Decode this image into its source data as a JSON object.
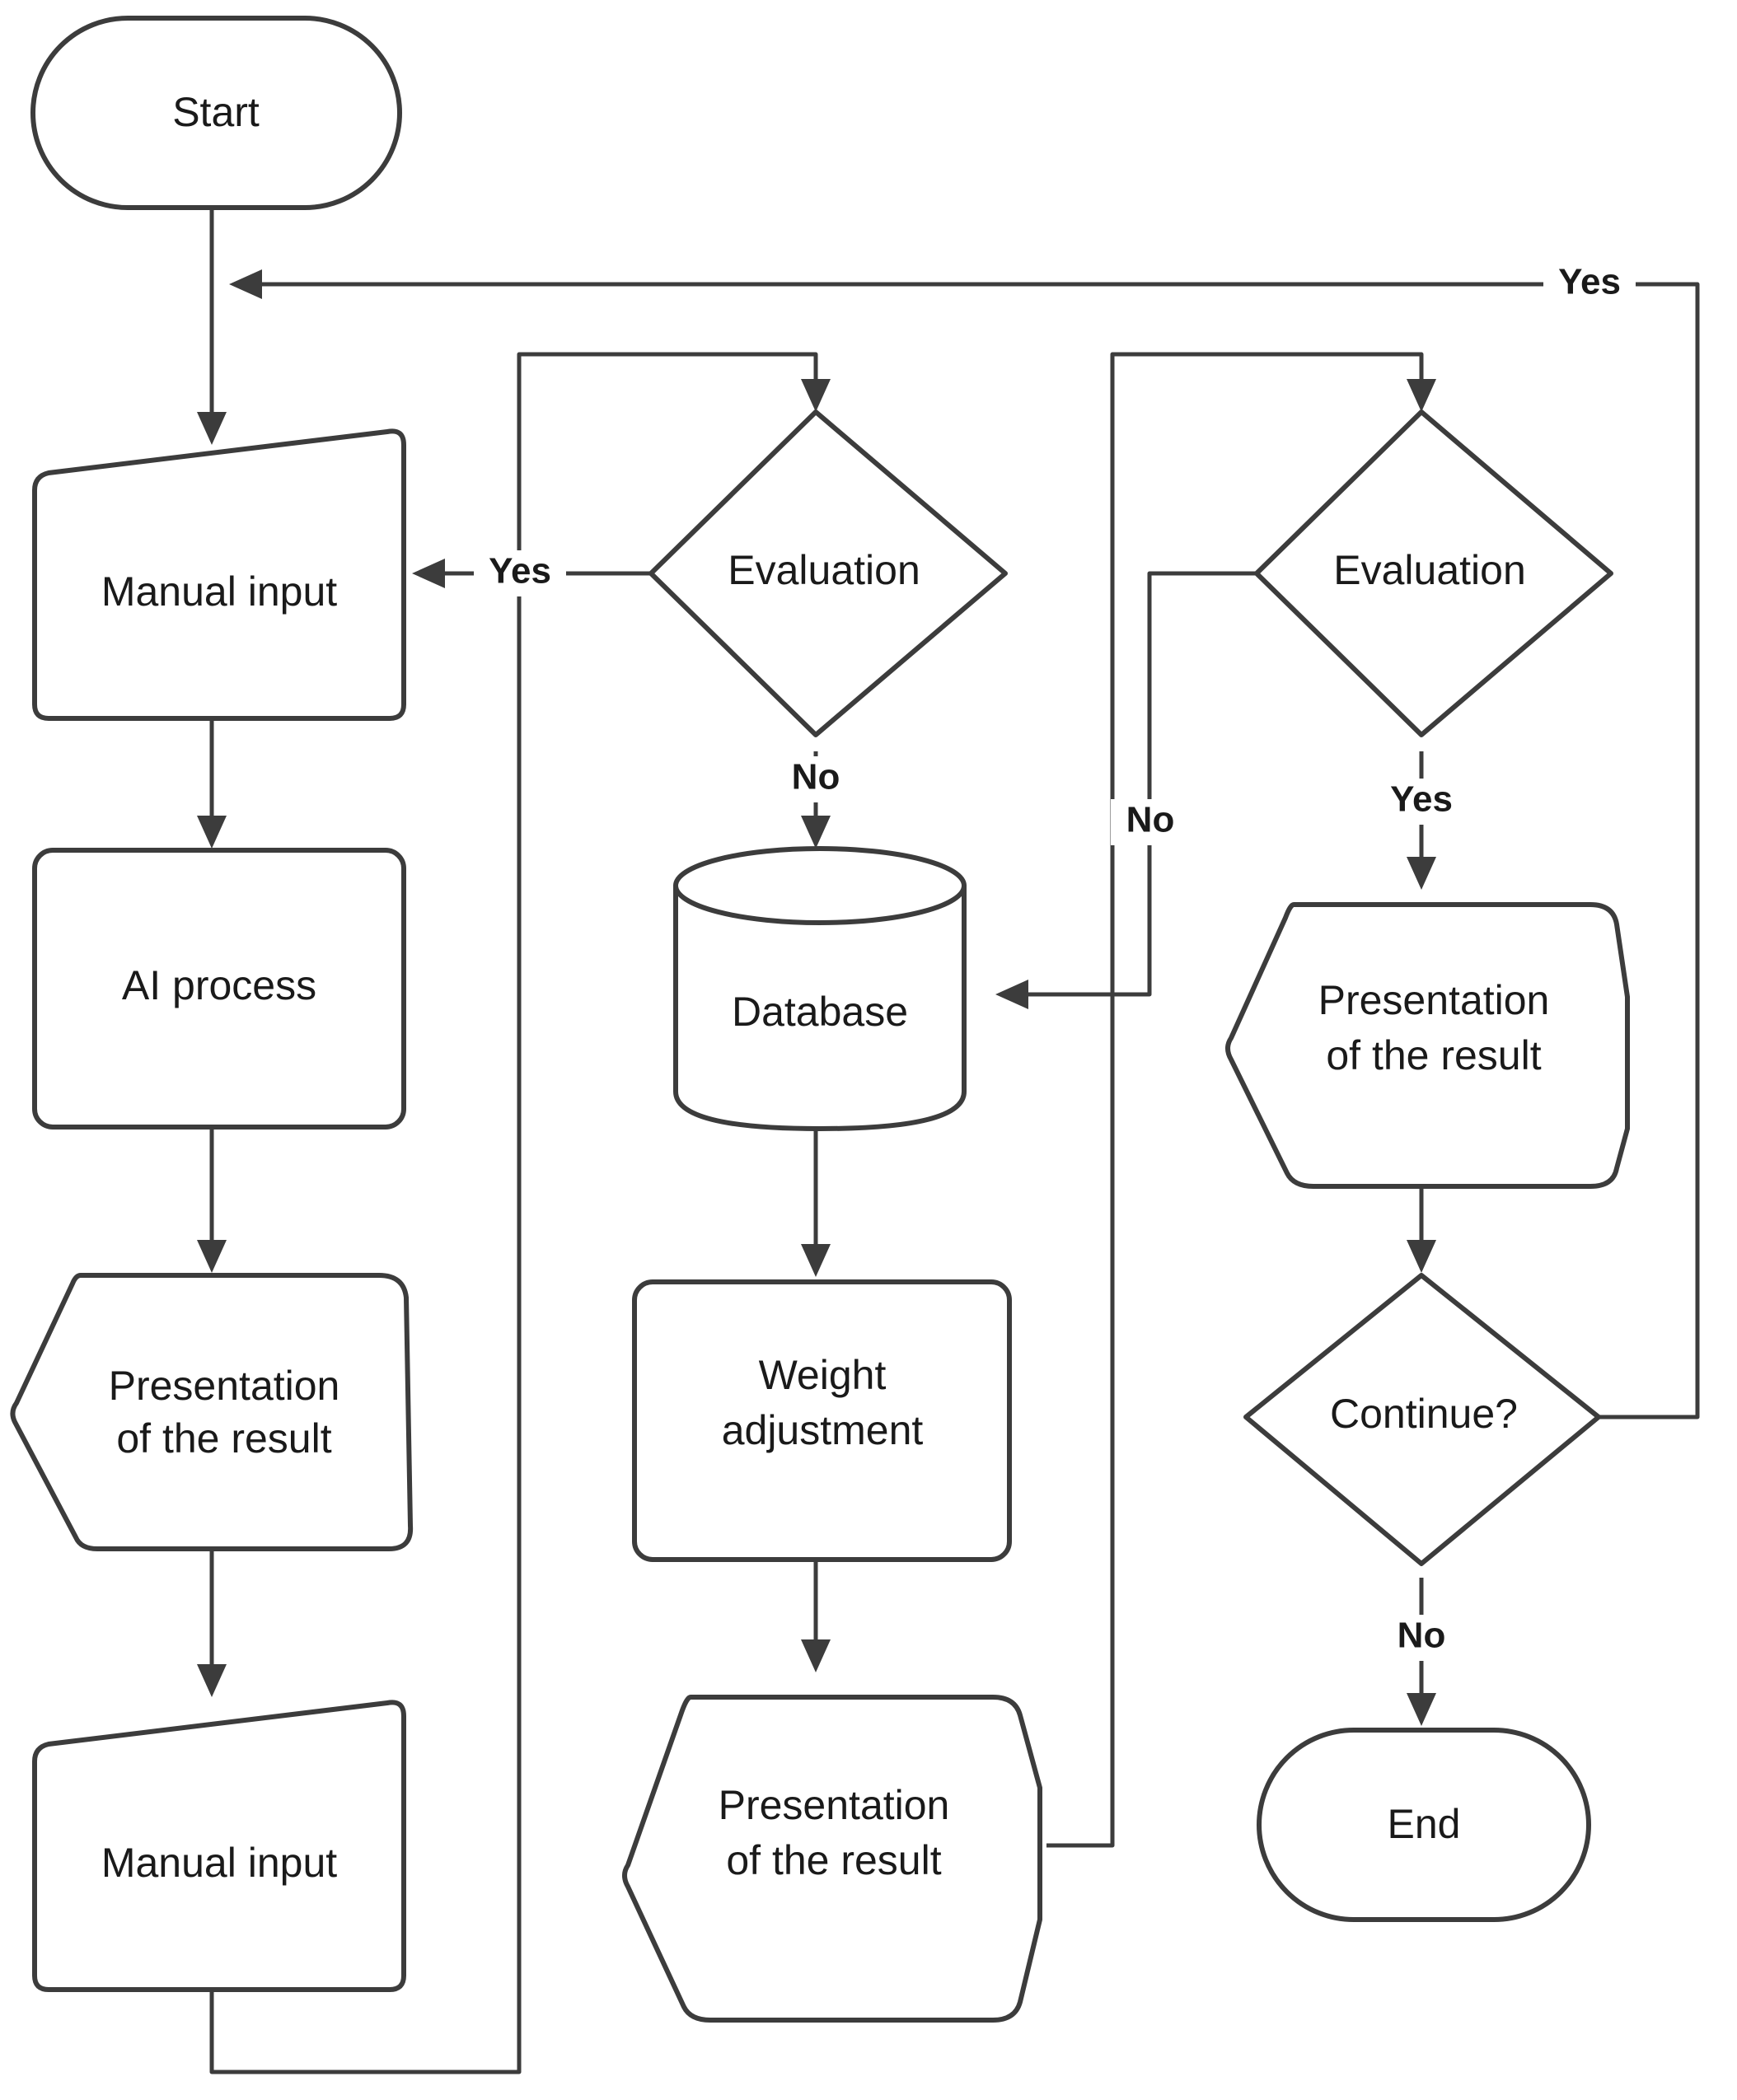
{
  "diagram": {
    "type": "flowchart",
    "background_color": "#ffffff",
    "stroke_color": "#3c3c3c",
    "text_color": "#1a1a1a",
    "nodes": [
      {
        "id": "start",
        "label": "Start",
        "shape": "terminator"
      },
      {
        "id": "manual1",
        "label": "Manual input",
        "shape": "manual-input"
      },
      {
        "id": "ai",
        "label": "AI process",
        "shape": "process"
      },
      {
        "id": "present1",
        "label": "Presentation\nof the result",
        "line1": "Presentation",
        "line2": "of the result",
        "shape": "display"
      },
      {
        "id": "manual2",
        "label": "Manual input",
        "shape": "manual-input"
      },
      {
        "id": "eval1",
        "label": "Evaluation",
        "shape": "decision"
      },
      {
        "id": "database",
        "label": "Database",
        "shape": "database"
      },
      {
        "id": "weight",
        "label": "Weight\nadjustment",
        "line1": "Weight",
        "line2": "adjustment",
        "shape": "process"
      },
      {
        "id": "present2",
        "label": "Presentation\nof the result",
        "line1": "Presentation",
        "line2": "of the result",
        "shape": "display"
      },
      {
        "id": "eval2",
        "label": "Evaluation",
        "shape": "decision"
      },
      {
        "id": "present3",
        "label": "Presentation\nof the result",
        "line1": "Presentation",
        "line2": "of the result",
        "shape": "display"
      },
      {
        "id": "continue",
        "label": "Continue?",
        "shape": "decision"
      },
      {
        "id": "end",
        "label": "End",
        "shape": "terminator"
      }
    ],
    "edges": [
      {
        "from": "start",
        "to": "manual1",
        "label": ""
      },
      {
        "from": "manual1",
        "to": "ai",
        "label": ""
      },
      {
        "from": "ai",
        "to": "present1",
        "label": ""
      },
      {
        "from": "present1",
        "to": "manual2",
        "label": ""
      },
      {
        "from": "manual2",
        "to": "eval1",
        "label": ""
      },
      {
        "from": "eval1",
        "to": "manual1",
        "label": "Yes"
      },
      {
        "from": "eval1",
        "to": "database",
        "label": "No"
      },
      {
        "from": "database",
        "to": "weight",
        "label": ""
      },
      {
        "from": "weight",
        "to": "present2",
        "label": ""
      },
      {
        "from": "present2",
        "to": "eval2",
        "label": ""
      },
      {
        "from": "eval2",
        "to": "database",
        "label": "No"
      },
      {
        "from": "eval2",
        "to": "present3",
        "label": "Yes"
      },
      {
        "from": "present3",
        "to": "continue",
        "label": ""
      },
      {
        "from": "continue",
        "to": "start",
        "label": "Yes"
      },
      {
        "from": "continue",
        "to": "end",
        "label": "No"
      }
    ],
    "edge_labels": {
      "eval1_yes": "Yes",
      "eval1_no": "No",
      "eval2_no": "No",
      "eval2_yes": "Yes",
      "continue_yes": "Yes",
      "continue_no": "No"
    }
  }
}
